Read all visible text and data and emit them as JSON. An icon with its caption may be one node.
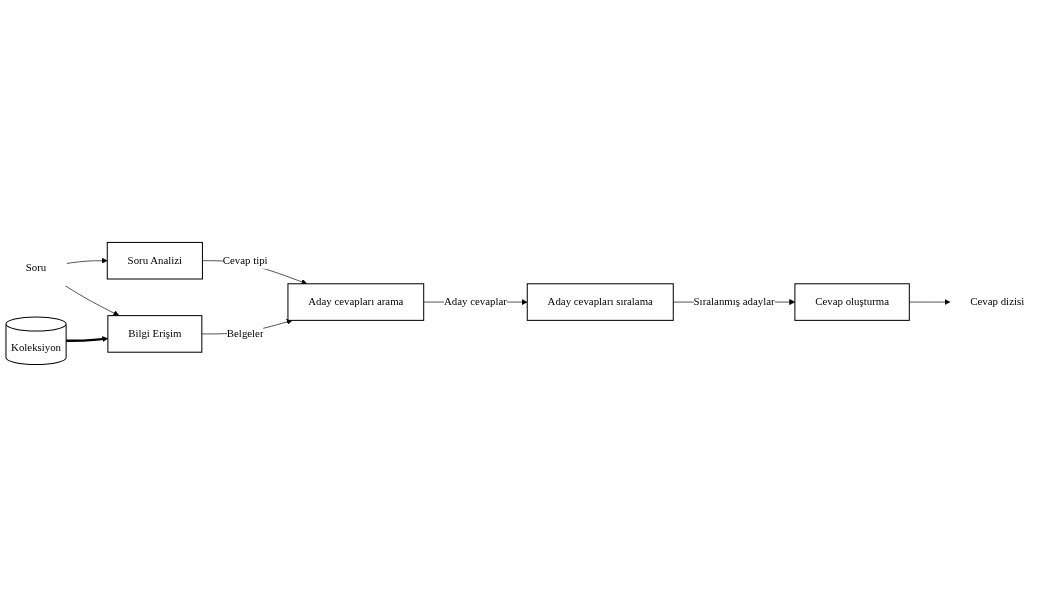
{
  "diagram": {
    "nodes": [
      {
        "text": [
          "Soru"
        ]
      },
      {
        "text": [
          "Soru Analizi"
        ]
      },
      {
        "text": [
          "Bilgi Erişim"
        ]
      },
      {
        "text": [
          "Koleksiyon"
        ]
      },
      {
        "text": [
          "Aday cevapları arama"
        ]
      },
      {
        "text": [
          "Aday cevapları sıralama"
        ]
      },
      {
        "text": [
          "Cevap oluşturma"
        ]
      },
      {
        "text": [
          "Cevap dizisi"
        ]
      }
    ],
    "edges": [
      {
        "from": 0,
        "to": 1,
        "arrow": "to"
      },
      {
        "from": 0,
        "to": 2,
        "arrow": "to"
      },
      {
        "from": 3,
        "to": 2,
        "arrow": "to",
        "style": "thick"
      },
      {
        "from": 1,
        "to": 4,
        "arrow": "to",
        "label": "Cevap tipi"
      },
      {
        "from": 2,
        "to": 4,
        "arrow": "to",
        "label": "Belgeler"
      },
      {
        "from": 4,
        "to": 5,
        "arrow": "to",
        "label": "Aday cevaplar"
      },
      {
        "from": 5,
        "to": 6,
        "arrow": "to",
        "label": "Sıralanmış adaylar"
      },
      {
        "from": 6,
        "to": 7,
        "arrow": "to"
      }
    ]
  }
}
